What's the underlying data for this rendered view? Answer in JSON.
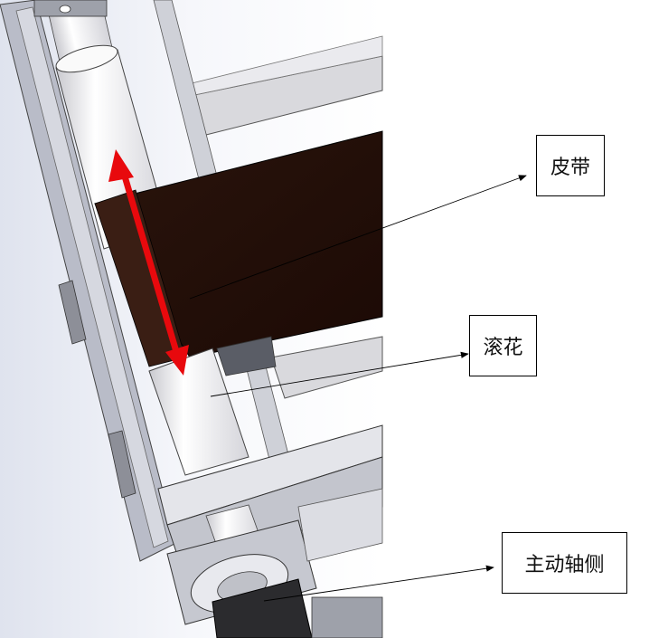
{
  "labels": {
    "belt": "皮带",
    "knurl": "滚花",
    "drive_side": "主动轴侧"
  },
  "colors": {
    "belt": "#231009",
    "frame": "#b9bcc8",
    "roller": "#f2f2f4",
    "arrow": "#e8090d"
  }
}
